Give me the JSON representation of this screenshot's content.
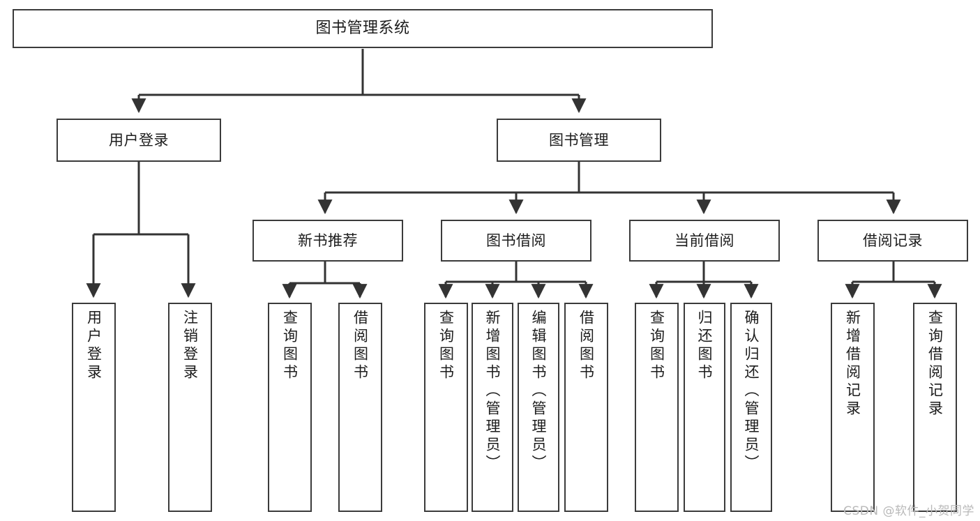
{
  "diagram": {
    "title": "图书管理系统",
    "type": "tree",
    "watermark": "CSDN @软件_小贺同学",
    "colors": {
      "box_border": "#3b3b3b",
      "box_fill": "#ffffff",
      "edge": "#333333",
      "text": "#1c1c1c",
      "watermark": "#b9b9b9",
      "background": "#ffffff"
    },
    "nodes": {
      "root": {
        "label": "图书管理系统",
        "orientation": "horizontal"
      },
      "level2": [
        {
          "id": "user-login",
          "label": "用户登录",
          "orientation": "horizontal"
        },
        {
          "id": "book-manage",
          "label": "图书管理",
          "orientation": "horizontal"
        }
      ],
      "level3": [
        {
          "id": "new-book-recommend",
          "label": "新书推荐",
          "orientation": "horizontal"
        },
        {
          "id": "book-borrow",
          "label": "图书借阅",
          "orientation": "horizontal"
        },
        {
          "id": "current-borrow",
          "label": "当前借阅",
          "orientation": "horizontal"
        },
        {
          "id": "borrow-record",
          "label": "借阅记录",
          "orientation": "horizontal"
        }
      ],
      "leaves": [
        {
          "id": "leaf-user-login",
          "label": "用户登录",
          "parent": "user-login",
          "orientation": "vertical"
        },
        {
          "id": "leaf-user-logout",
          "label": "注销登录",
          "parent": "user-login",
          "orientation": "vertical"
        },
        {
          "id": "leaf-query-book-1",
          "label": "查询图书",
          "parent": "new-book-recommend",
          "orientation": "vertical"
        },
        {
          "id": "leaf-borrow-book-1",
          "label": "借阅图书",
          "parent": "new-book-recommend",
          "orientation": "vertical"
        },
        {
          "id": "leaf-query-book-2",
          "label": "查询图书",
          "parent": "book-borrow",
          "orientation": "vertical"
        },
        {
          "id": "leaf-add-book",
          "label": "新增图书（管理员）",
          "parent": "book-borrow",
          "orientation": "vertical"
        },
        {
          "id": "leaf-edit-book",
          "label": "编辑图书（管理员）",
          "parent": "book-borrow",
          "orientation": "vertical"
        },
        {
          "id": "leaf-borrow-book-2",
          "label": "借阅图书",
          "parent": "book-borrow",
          "orientation": "vertical"
        },
        {
          "id": "leaf-query-book-3",
          "label": "查询图书",
          "parent": "current-borrow",
          "orientation": "vertical"
        },
        {
          "id": "leaf-return-book",
          "label": "归还图书",
          "parent": "current-borrow",
          "orientation": "vertical"
        },
        {
          "id": "leaf-confirm-return",
          "label": "确认归还（管理员）",
          "parent": "current-borrow",
          "orientation": "vertical"
        },
        {
          "id": "leaf-add-record",
          "label": "新增借阅记录",
          "parent": "borrow-record",
          "orientation": "vertical"
        },
        {
          "id": "leaf-query-record",
          "label": "查询借阅记录",
          "parent": "borrow-record",
          "orientation": "vertical"
        }
      ]
    }
  }
}
